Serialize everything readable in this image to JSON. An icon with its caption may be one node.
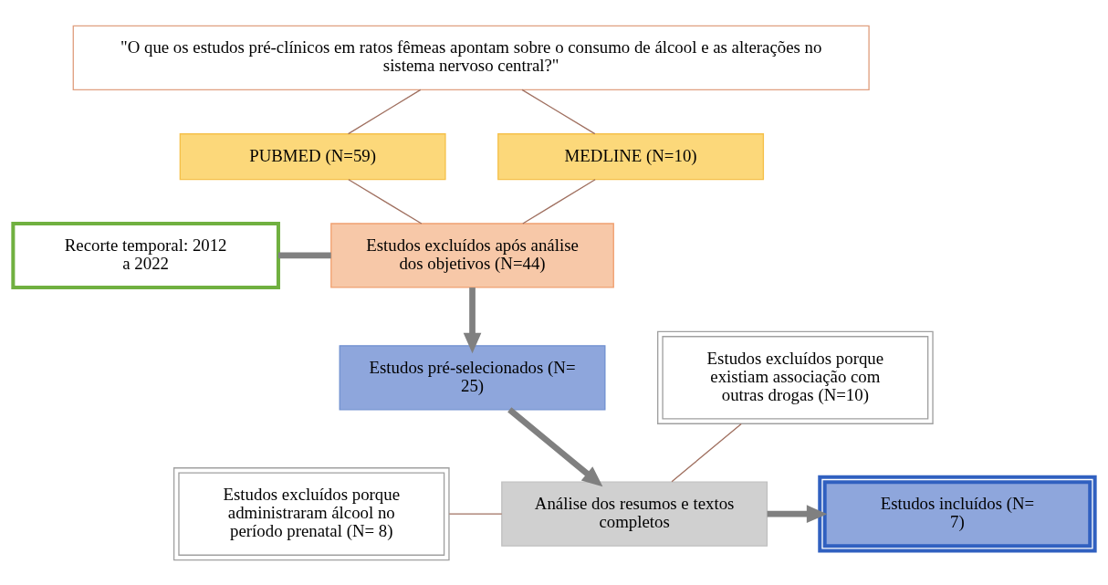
{
  "diagram": {
    "nodes": [
      {
        "text": [
          "\"O que os estudos pré-clínicos em ratos fêmeas apontam sobre o consumo de álcool e as alterações no sistema nervoso central?\""
        ]
      },
      {
        "text": [
          "PUBMED (N=59)"
        ]
      },
      {
        "text": [
          "MEDLINE (N=10)"
        ]
      },
      {
        "text": [
          "Estudos excluídos após análise dos objetivos (N=44)"
        ]
      },
      {
        "text": [
          "Recorte temporal: 2012 a 2022"
        ]
      },
      {
        "text": [
          "Estudos pré-selecionados (N= 25)"
        ]
      },
      {
        "text": [
          "Estudos excluídos porque existiam associação com outras drogas (N=10)"
        ]
      },
      {
        "text": [
          "Estudos excluídos porque administraram álcool no período prenatal (N= 8)"
        ]
      },
      {
        "text": [
          "Análise dos resumos e textos completos"
        ]
      },
      {
        "text": [
          "Estudos incluídos (N= 7)"
        ]
      }
    ],
    "edges": [
      {
        "from": 0,
        "to": 1,
        "arrow": "none"
      },
      {
        "from": 0,
        "to": 2,
        "arrow": "none"
      },
      {
        "from": 1,
        "to": 3,
        "arrow": "none"
      },
      {
        "from": 2,
        "to": 3,
        "arrow": "none"
      },
      {
        "from": 4,
        "to": 3,
        "arrow": "none",
        "style": "thick",
        "color": "#808080"
      },
      {
        "from": 3,
        "to": 5,
        "arrow": "to",
        "style": "thick",
        "color": "#808080"
      },
      {
        "from": 5,
        "to": 8,
        "arrow": "to",
        "style": "thick",
        "color": "#808080"
      },
      {
        "from": 6,
        "to": 8,
        "arrow": "none"
      },
      {
        "from": 7,
        "to": 8,
        "arrow": "none"
      },
      {
        "from": 8,
        "to": 9,
        "arrow": "to",
        "style": "thick",
        "color": "#808080"
      }
    ]
  }
}
